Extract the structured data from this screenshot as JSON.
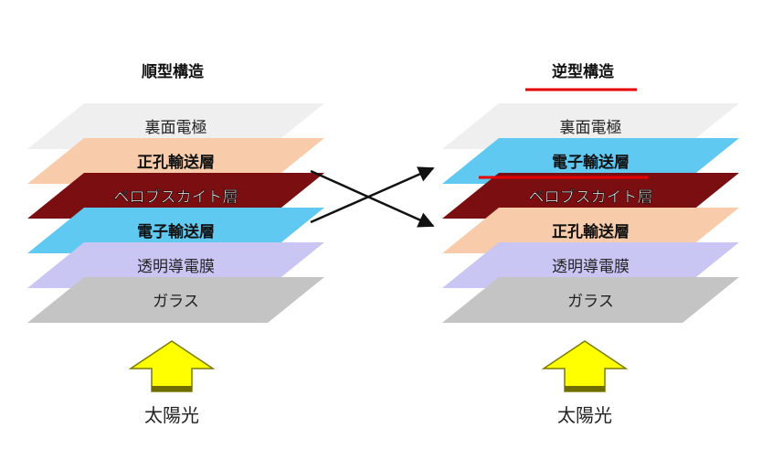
{
  "left": {
    "title": "順型構造",
    "layers": [
      {
        "label": "裏面電極",
        "color": "#efefef",
        "text_color": "#222222",
        "bold": false,
        "outline": false
      },
      {
        "label": "正孔輸送層",
        "color": "#f8ccaa",
        "text_color": "#111111",
        "bold": true,
        "outline": false
      },
      {
        "label": "ペロブスカイト層",
        "color": "#7a0e10",
        "text_color": "#ffffff",
        "bold": false,
        "outline": true
      },
      {
        "label": "電子輸送層",
        "color": "#5fc9f2",
        "text_color": "#111111",
        "bold": true,
        "outline": false
      },
      {
        "label": "透明導電膜",
        "color": "#c9c6f4",
        "text_color": "#222222",
        "bold": false,
        "outline": false
      },
      {
        "label": "ガラス",
        "color": "#c4c4c4",
        "text_color": "#222222",
        "bold": false,
        "outline": false
      }
    ],
    "sunlight": "太陽光"
  },
  "right": {
    "title": "逆型構造",
    "layers": [
      {
        "label": "裏面電極",
        "color": "#efefef",
        "text_color": "#222222",
        "bold": false,
        "outline": false
      },
      {
        "label": "電子輸送層",
        "color": "#5fc9f2",
        "text_color": "#111111",
        "bold": true,
        "outline": false
      },
      {
        "label": "ペロブスカイト層",
        "color": "#7a0e10",
        "text_color": "#ffffff",
        "bold": false,
        "outline": true
      },
      {
        "label": "正孔輸送層",
        "color": "#f8ccaa",
        "text_color": "#111111",
        "bold": true,
        "outline": false
      },
      {
        "label": "透明導電膜",
        "color": "#c9c6f4",
        "text_color": "#222222",
        "bold": false,
        "outline": false
      },
      {
        "label": "ガラス",
        "color": "#c4c4c4",
        "text_color": "#222222",
        "bold": false,
        "outline": false
      }
    ],
    "sunlight": "太陽光"
  },
  "colors": {
    "highlight_underline": "#e60000",
    "arrow_fill": "#ffff00",
    "arrow_stroke": "#7a7a00",
    "swap_arrows": "#111111"
  },
  "icons": {
    "sunlight_arrow": "up-arrow-icon",
    "swap_arrows": "cross-arrows-icon"
  }
}
